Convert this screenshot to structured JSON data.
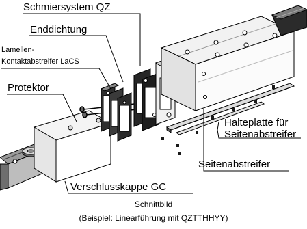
{
  "labels": {
    "schmiersystem": "Schmiersystem QZ",
    "enddichtung": "Enddichtung",
    "lamellen_line1": "Lamellen-",
    "lamellen_line2": "Kontaktabstreifer LaCS",
    "protektor": "Protektor",
    "halteplatte_line1": "Halteplatte für",
    "halteplatte_line2": "Seitenabstreifer",
    "seitenabstreifer": "Seitenabstreifer",
    "verschlusskappe": "Verschlusskappe GC"
  },
  "caption": {
    "line1": "Schnittbild",
    "line2": "(Beispiel: Linearführung mit QZTTHHYY)"
  }
}
